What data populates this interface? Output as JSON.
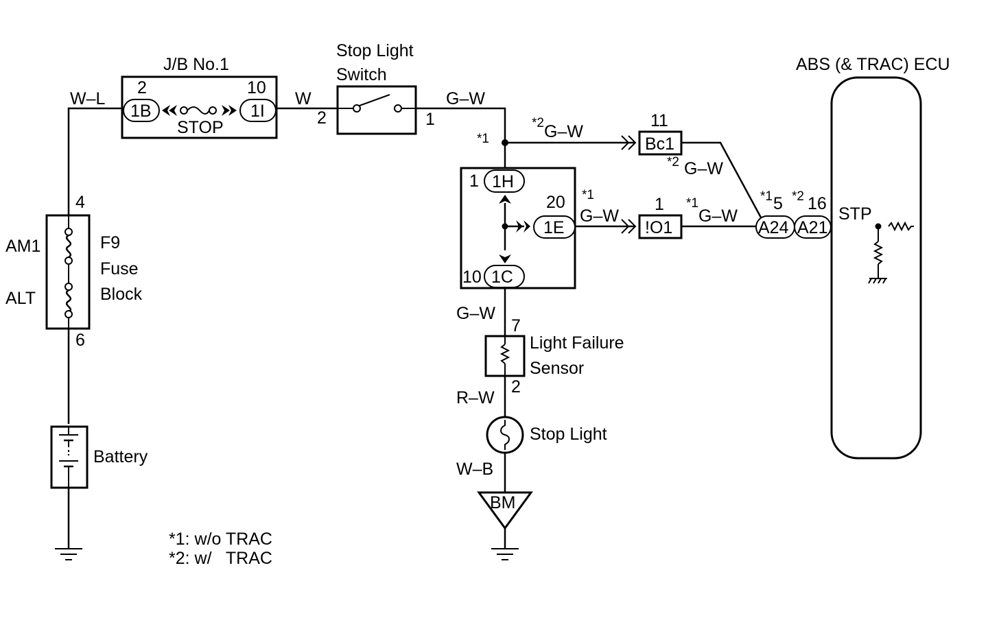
{
  "jb": {
    "title": "J/B No.1",
    "pin_left": "2",
    "pin_right": "10",
    "conn_left": "1B",
    "conn_right": "1I",
    "fuse": "STOP"
  },
  "wires": {
    "wl": "W–L",
    "w": "W",
    "gw_top": "G–W",
    "gw_bc1": "G–W",
    "gw_bc1_out": "G–W",
    "gw_1e": "G–W",
    "gw_io1": "G–W",
    "gw_down": "G–W",
    "rw": "R–W",
    "wb": "W–B"
  },
  "switch": {
    "title_line1": "Stop Light",
    "title_line2": "Switch",
    "pin_in": "2",
    "pin_out": "1"
  },
  "junction": {
    "note": "*1",
    "pin_1h": "1",
    "conn_1h": "1H",
    "pin_1e": "20",
    "conn_1e": "1E",
    "note_1e": "*1",
    "pin_1c": "10",
    "conn_1c": "1C"
  },
  "bc1": {
    "pin": "11",
    "label": "Bc1",
    "note_in": "*2",
    "note_out": "*2"
  },
  "io1": {
    "pin": "1",
    "label": "!O1",
    "note_out": "*1"
  },
  "ecu": {
    "title": "ABS (& TRAC) ECU",
    "a24": "A24",
    "a21": "A21",
    "a24_note": "*1",
    "a24_pin": "5",
    "a21_note": "*2",
    "a21_pin": "16",
    "stp": "STP"
  },
  "fuse_block": {
    "pin_top": "4",
    "pin_bottom": "6",
    "am1": "AM1",
    "alt": "ALT",
    "f9": "F9",
    "line1": "Fuse",
    "line2": "Block"
  },
  "battery": "Battery",
  "sensor": {
    "pin_top": "7",
    "pin_bottom": "2",
    "line1": "Light Failure",
    "line2": "Sensor"
  },
  "stop_light": "Stop Light",
  "ground_bm": "BM",
  "footnotes": {
    "n1": "*1: w/o TRAC",
    "n2": "*2: w/   TRAC"
  }
}
